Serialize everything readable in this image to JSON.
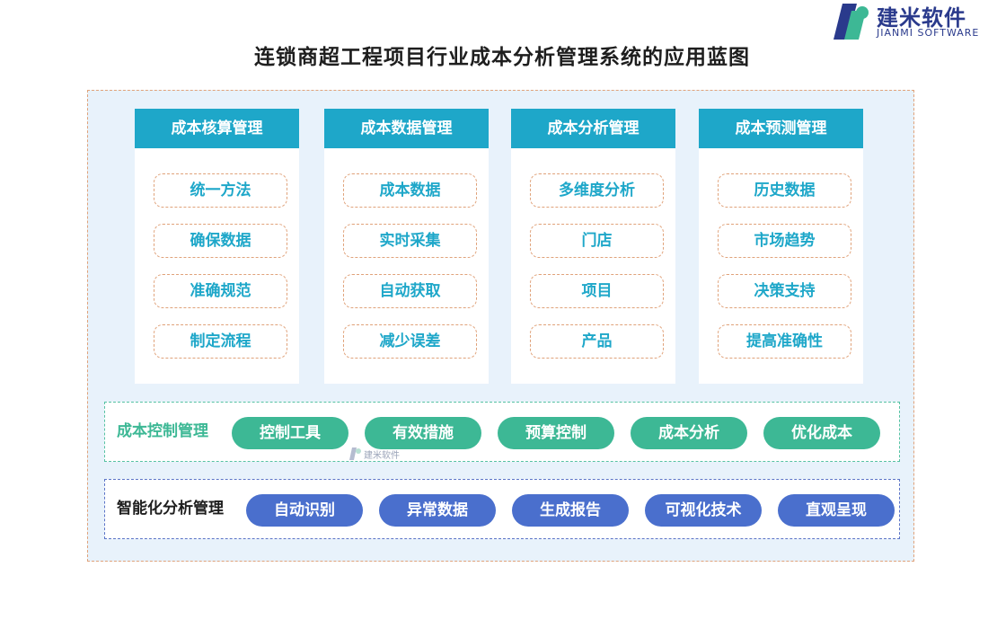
{
  "logo": {
    "name_cn": "建米软件",
    "name_en": "JIANMI SOFTWARE"
  },
  "title": "连锁商超工程项目行业成本分析管理系统的应用蓝图",
  "columns": [
    {
      "header": "成本核算管理",
      "items": [
        "统一方法",
        "确保数据",
        "准确规范",
        "制定流程"
      ]
    },
    {
      "header": "成本数据管理",
      "items": [
        "成本数据",
        "实时采集",
        "自动获取",
        "减少误差"
      ]
    },
    {
      "header": "成本分析管理",
      "items": [
        "多维度分析",
        "门店",
        "项目",
        "产品"
      ]
    },
    {
      "header": "成本预测管理",
      "items": [
        "历史数据",
        "市场趋势",
        "决策支持",
        "提高准确性"
      ]
    }
  ],
  "cost_control": {
    "label": "成本控制管理",
    "items": [
      "控制工具",
      "有效措施",
      "预算控制",
      "成本分析",
      "优化成本"
    ]
  },
  "intelligent": {
    "label": "智能化分析管理",
    "items": [
      "自动识别",
      "异常数据",
      "生成报告",
      "可视化技术",
      "直观呈现"
    ]
  },
  "watermark": "建米软件",
  "colors": {
    "teal_header": "#1ea7c9",
    "green_pill": "#3db895",
    "blue_pill": "#4a6fcd",
    "outer_border": "#e0a27a",
    "panel_bg": "#e8f2fb"
  }
}
